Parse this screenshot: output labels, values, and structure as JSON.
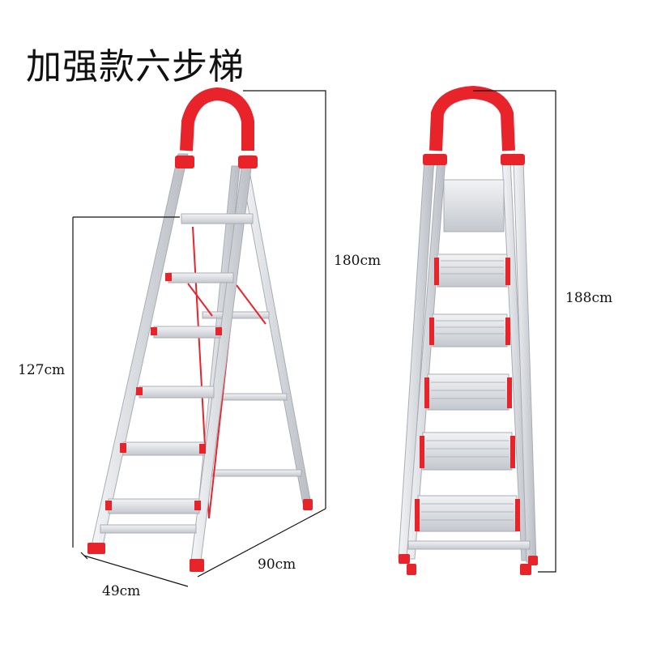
{
  "title": "加强款六步梯",
  "dimensions": {
    "height_platform": "127cm",
    "height_total": "180cm",
    "depth": "90cm",
    "width": "49cm",
    "height_extended": "188cm"
  },
  "colors": {
    "accent_red": "#e8232a",
    "aluminum": "#d9dbe0",
    "aluminum_dark": "#aeb2b8",
    "line": "#111111"
  },
  "steps": 6
}
